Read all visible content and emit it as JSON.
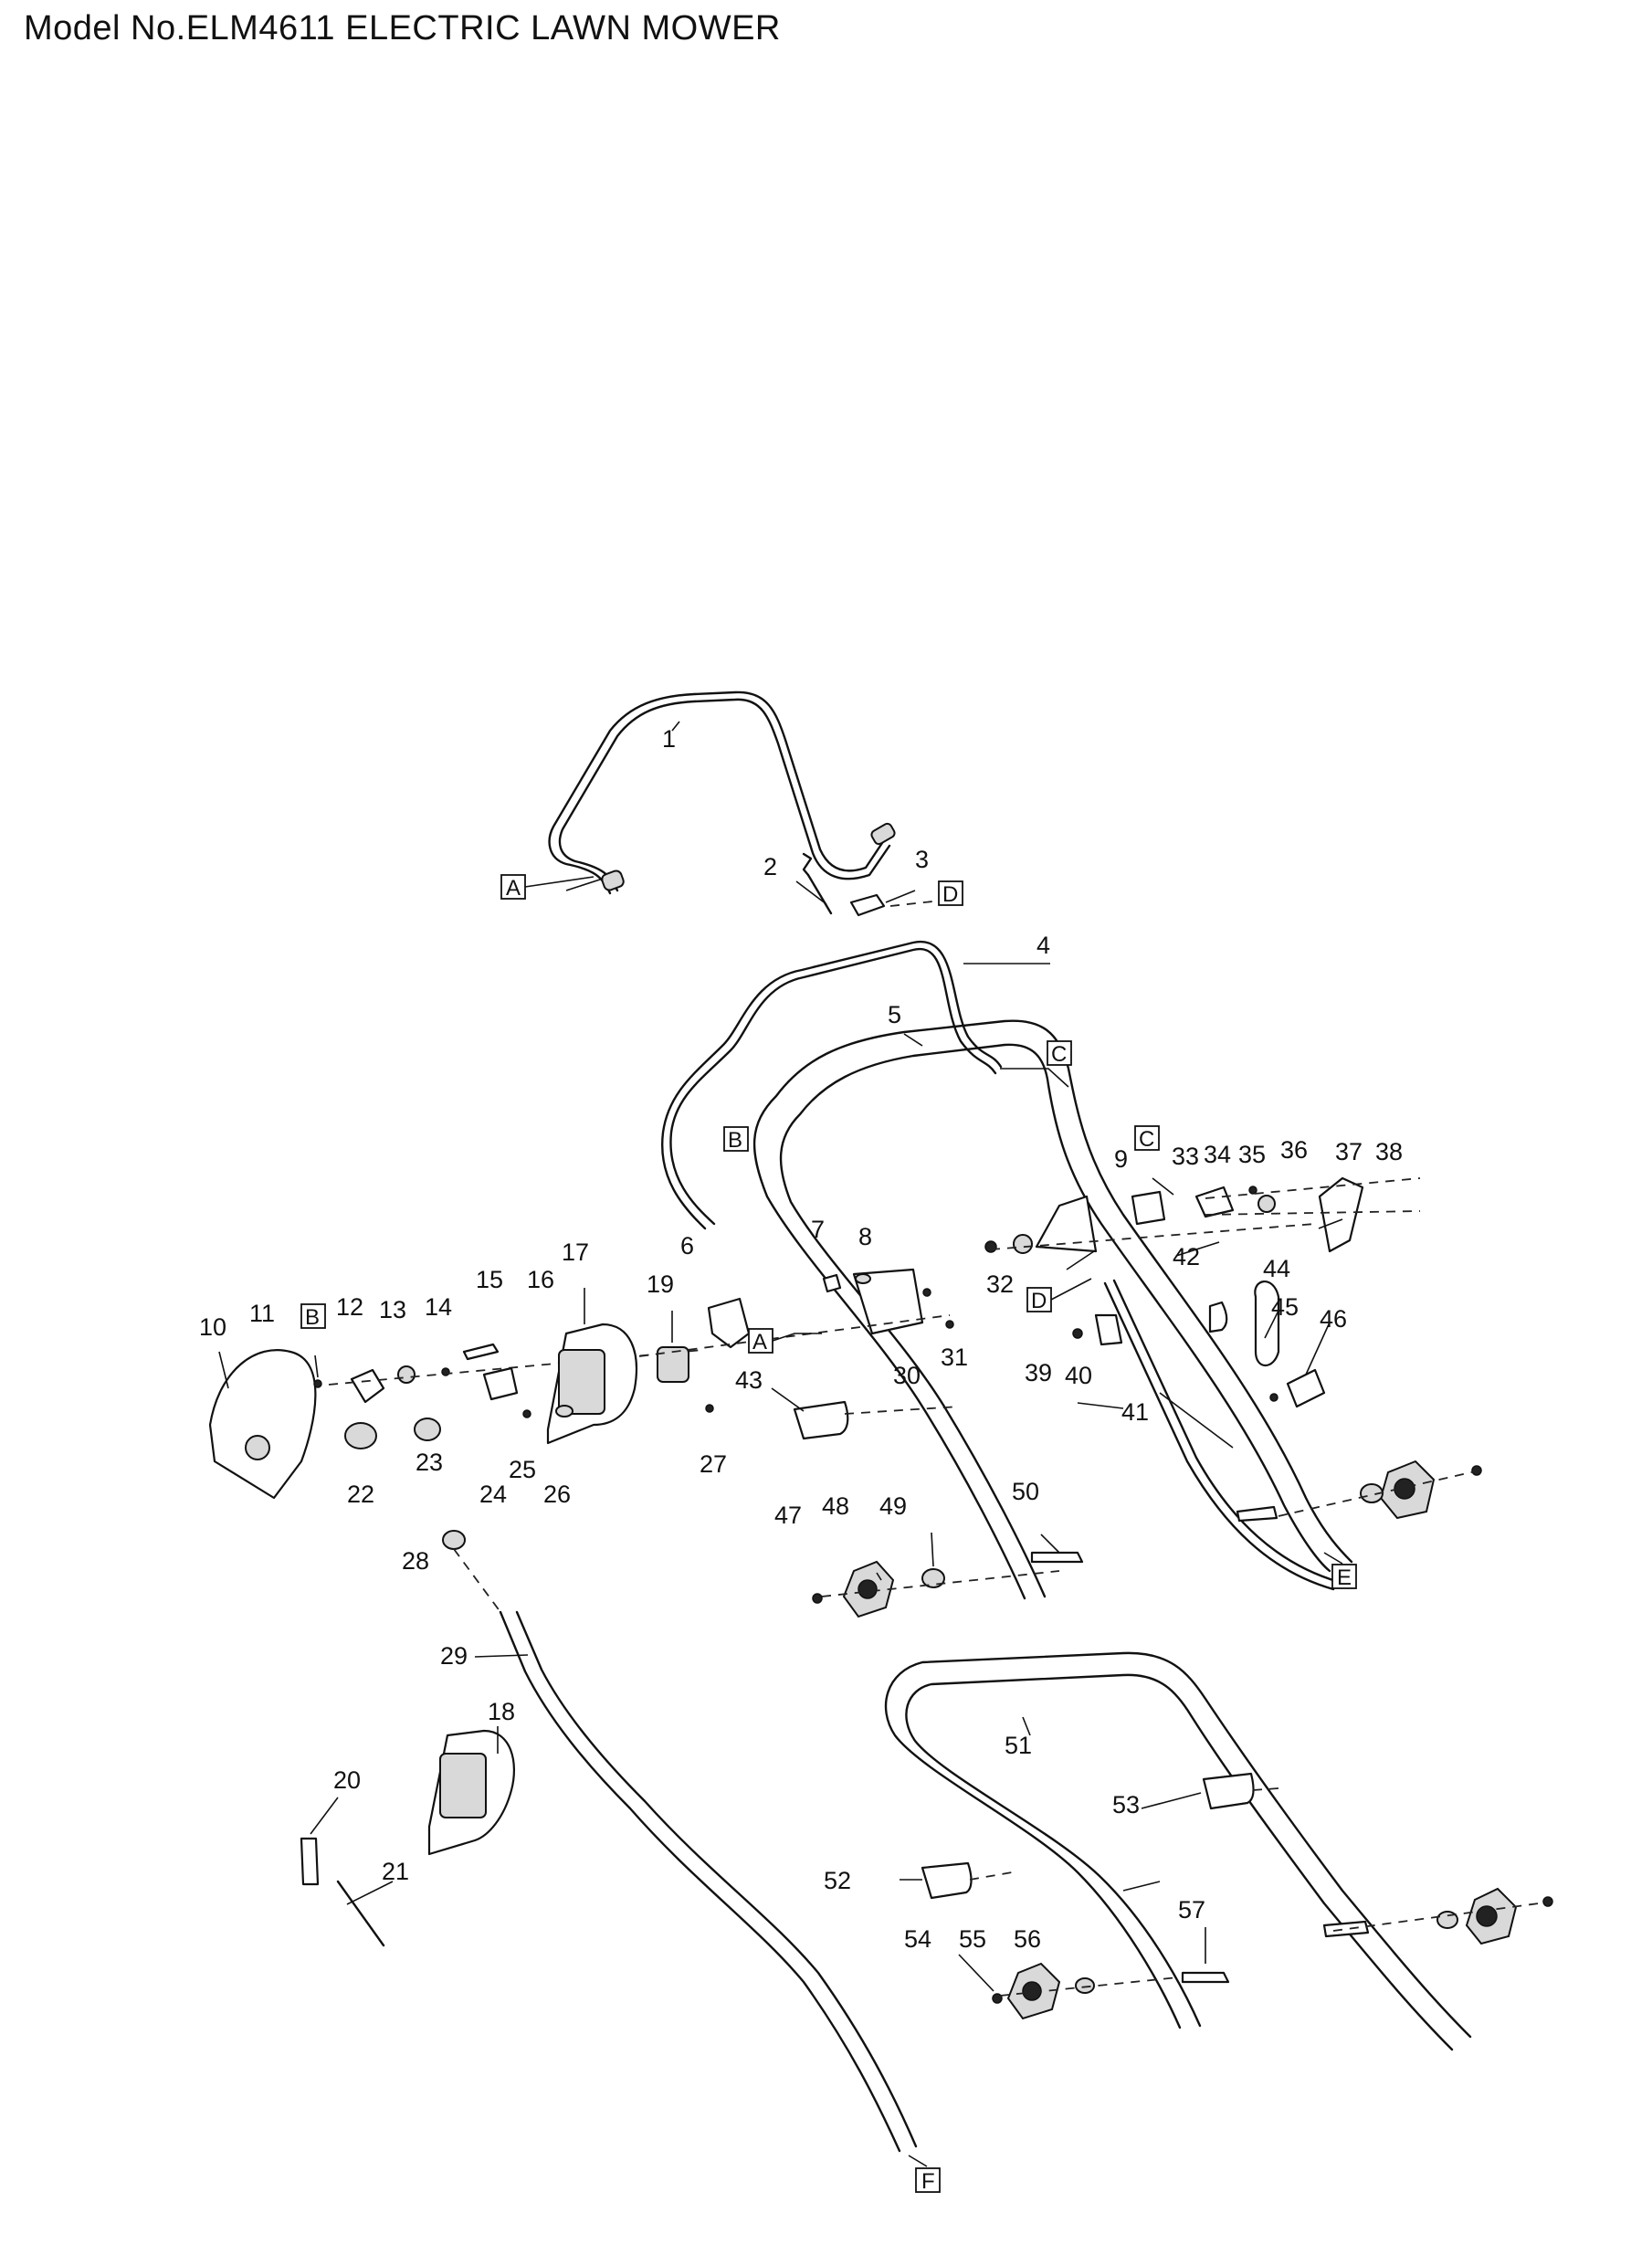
{
  "title": "Model No.ELM4611 ELECTRIC LAWN MOWER",
  "callouts": [
    {
      "n": "1"
    },
    {
      "n": "2"
    },
    {
      "n": "3"
    },
    {
      "n": "4"
    },
    {
      "n": "5"
    },
    {
      "n": "6"
    },
    {
      "n": "7"
    },
    {
      "n": "8"
    },
    {
      "n": "9"
    },
    {
      "n": "10"
    },
    {
      "n": "11"
    },
    {
      "n": "12"
    },
    {
      "n": "13"
    },
    {
      "n": "14"
    },
    {
      "n": "15"
    },
    {
      "n": "16"
    },
    {
      "n": "17"
    },
    {
      "n": "18"
    },
    {
      "n": "19"
    },
    {
      "n": "20"
    },
    {
      "n": "21"
    },
    {
      "n": "22"
    },
    {
      "n": "23"
    },
    {
      "n": "24"
    },
    {
      "n": "25"
    },
    {
      "n": "26"
    },
    {
      "n": "27"
    },
    {
      "n": "28"
    },
    {
      "n": "29"
    },
    {
      "n": "30"
    },
    {
      "n": "31"
    },
    {
      "n": "32"
    },
    {
      "n": "33"
    },
    {
      "n": "34"
    },
    {
      "n": "35"
    },
    {
      "n": "36"
    },
    {
      "n": "37"
    },
    {
      "n": "38"
    },
    {
      "n": "39"
    },
    {
      "n": "40"
    },
    {
      "n": "41"
    },
    {
      "n": "42"
    },
    {
      "n": "43"
    },
    {
      "n": "44"
    },
    {
      "n": "45"
    },
    {
      "n": "46"
    },
    {
      "n": "47"
    },
    {
      "n": "48"
    },
    {
      "n": "49"
    },
    {
      "n": "50"
    },
    {
      "n": "51"
    },
    {
      "n": "52"
    },
    {
      "n": "53"
    },
    {
      "n": "54"
    },
    {
      "n": "55"
    },
    {
      "n": "56"
    },
    {
      "n": "57"
    }
  ],
  "refs": [
    {
      "label": "A"
    },
    {
      "label": "D"
    },
    {
      "label": "C"
    },
    {
      "label": "B"
    },
    {
      "label": "C"
    },
    {
      "label": "B"
    },
    {
      "label": "A"
    },
    {
      "label": "D"
    },
    {
      "label": "E"
    },
    {
      "label": "F"
    }
  ]
}
